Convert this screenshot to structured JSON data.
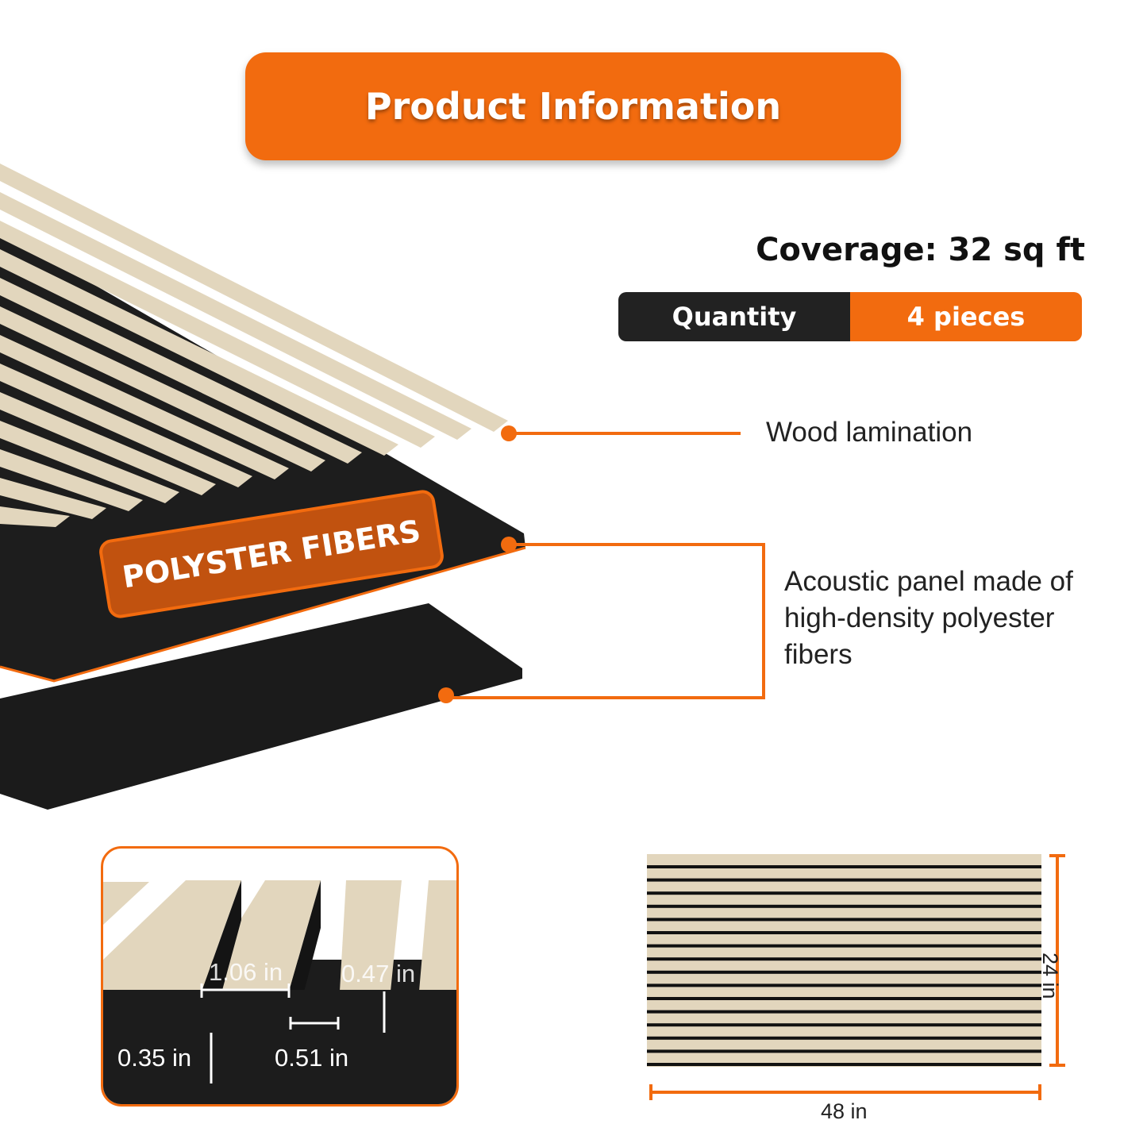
{
  "header": {
    "title": "Product Information"
  },
  "specs": {
    "coverage": "Coverage: 32 sq ft",
    "quantity_label": "Quantity",
    "quantity_value": "4 pieces"
  },
  "layers": {
    "badge": "POLYSTER FIBERS",
    "wood_callout": "Wood lamination",
    "panel_callout": "Acoustic panel made of high-density polyester fibers"
  },
  "detail": {
    "slat_width": "1.06 in",
    "slat_height": "0.47 in",
    "gap_width": "0.51 in",
    "base_thickness": "0.35 in"
  },
  "dimensions": {
    "width": "48 in",
    "height": "24 in"
  },
  "colors": {
    "accent": "#f26b0f",
    "dark": "#222222",
    "wood": "#e2d6bd",
    "felt": "#1a1a1a"
  }
}
